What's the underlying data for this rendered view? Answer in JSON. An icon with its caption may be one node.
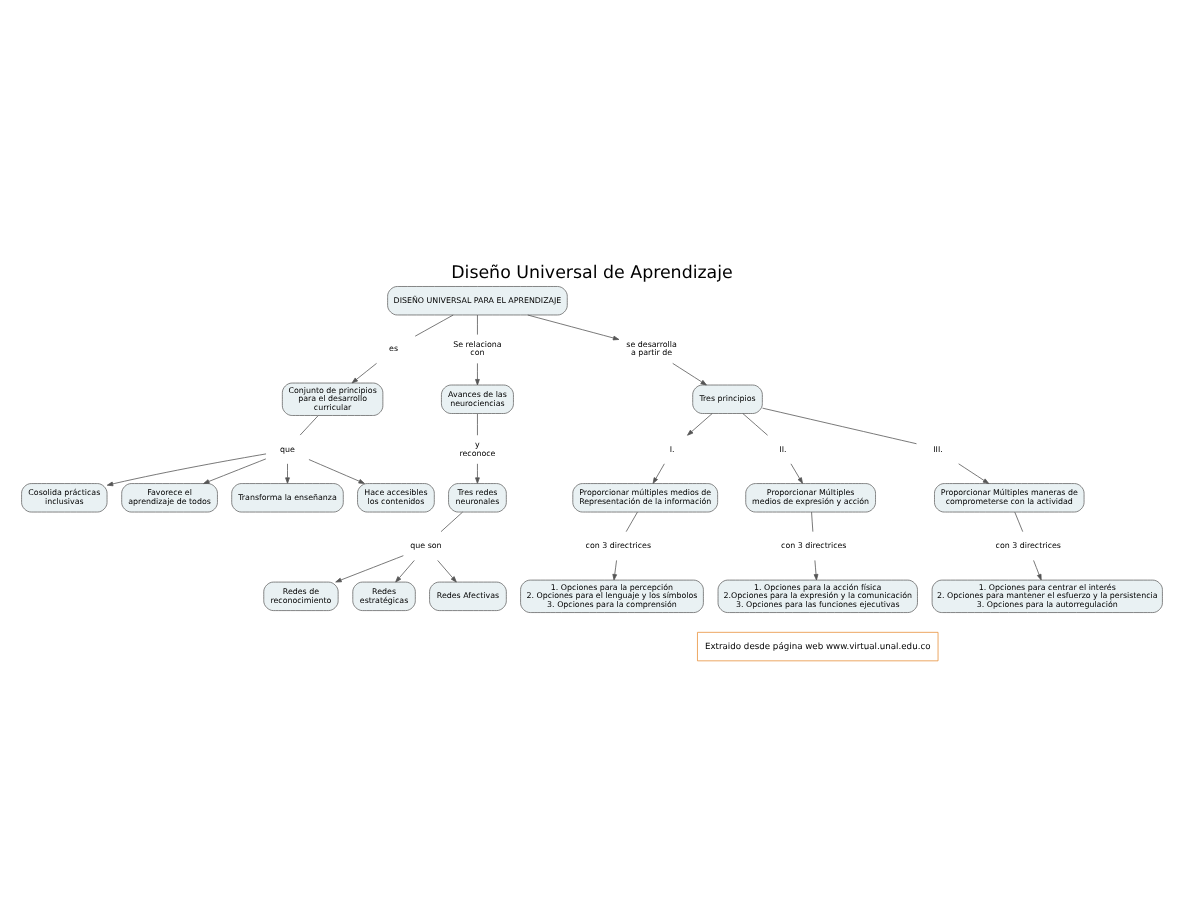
{
  "diagram": {
    "title": "Diseño Universal de Aprendizaje",
    "caption": "Extraido desde página web www.virtual.unal.edu.co",
    "nodes": [
      {
        "text": [
          "DISEÑO UNIVERSAL PARA EL APRENDIZAJE"
        ]
      },
      {
        "text": [
          "es"
        ]
      },
      {
        "text": [
          "Conjunto de principios para el desarrollo curricular"
        ]
      },
      {
        "text": [
          "que"
        ]
      },
      {
        "text": [
          "Cosolida prácticas inclusivas"
        ]
      },
      {
        "text": [
          "Favorece el aprendizaje de todos"
        ]
      },
      {
        "text": [
          "Transforma la enseñanza"
        ]
      },
      {
        "text": [
          "Hace accesibles los contenidos"
        ]
      },
      {
        "text": [
          "Se relaciona con"
        ]
      },
      {
        "text": [
          "Avances de las neurociencias"
        ]
      },
      {
        "text": [
          "y reconoce"
        ]
      },
      {
        "text": [
          "Tres redes neuronales"
        ]
      },
      {
        "text": [
          "que son"
        ]
      },
      {
        "text": [
          "Redes de reconocimiento"
        ]
      },
      {
        "text": [
          "Redes estratégicas"
        ]
      },
      {
        "text": [
          "Redes Afectivas"
        ]
      },
      {
        "text": [
          "se desarrolla a partir de"
        ]
      },
      {
        "text": [
          "Tres principios"
        ]
      },
      {
        "text": [
          "I."
        ]
      },
      {
        "text": [
          "II."
        ]
      },
      {
        "text": [
          "III."
        ]
      },
      {
        "text": [
          "Proporcionar múltiples medios de Representación de la información"
        ]
      },
      {
        "text": [
          "Proporcionar Múltiples medios de expresión y acción"
        ]
      },
      {
        "text": [
          "Proporcionar Múltiples maneras de comprometerse con la actividad"
        ]
      },
      {
        "text": [
          "con 3 directrices"
        ]
      },
      {
        "text": [
          "con 3 directrices"
        ]
      },
      {
        "text": [
          "con 3 directrices"
        ]
      },
      {
        "text": [
          "1. Opciones para la percepción",
          "2. Opciones para el lenguaje y los símbolos",
          "3. Opciones para la comprensión"
        ]
      },
      {
        "text": [
          "1. Opciones para la acción física",
          "2.Opciones para la expresión y la comunicación",
          "3. Opciones para las funciones ejecutivas"
        ]
      },
      {
        "text": [
          "1. Opciones para centrar el interés",
          "2. Opciones para mantener el esfuerzo y la persistencia",
          "3. Opciones para la autorregulación"
        ]
      }
    ],
    "edges": [
      {
        "from": 0,
        "to": 1,
        "arrow": "none"
      },
      {
        "from": 1,
        "to": 2,
        "arrow": "to"
      },
      {
        "from": 2,
        "to": 3,
        "arrow": "none"
      },
      {
        "from": 3,
        "to": 4,
        "arrow": "to"
      },
      {
        "from": 3,
        "to": 5,
        "arrow": "to"
      },
      {
        "from": 3,
        "to": 6,
        "arrow": "to"
      },
      {
        "from": 3,
        "to": 7,
        "arrow": "to"
      },
      {
        "from": 0,
        "to": 8,
        "arrow": "none"
      },
      {
        "from": 8,
        "to": 9,
        "arrow": "to"
      },
      {
        "from": 9,
        "to": 10,
        "arrow": "none"
      },
      {
        "from": 10,
        "to": 11,
        "arrow": "to"
      },
      {
        "from": 11,
        "to": 12,
        "arrow": "none"
      },
      {
        "from": 12,
        "to": 13,
        "arrow": "to"
      },
      {
        "from": 12,
        "to": 14,
        "arrow": "to"
      },
      {
        "from": 12,
        "to": 15,
        "arrow": "to"
      },
      {
        "from": 0,
        "to": 16,
        "arrow": "to"
      },
      {
        "from": 16,
        "to": 17,
        "arrow": "to"
      },
      {
        "from": 17,
        "to": 18,
        "arrow": "to"
      },
      {
        "from": 18,
        "to": 21,
        "arrow": "to"
      },
      {
        "from": 17,
        "to": 19,
        "arrow": "none"
      },
      {
        "from": 19,
        "to": 22,
        "arrow": "to"
      },
      {
        "from": 17,
        "to": 20,
        "arrow": "none"
      },
      {
        "from": 20,
        "to": 23,
        "arrow": "to"
      },
      {
        "from": 21,
        "to": 24,
        "arrow": "none"
      },
      {
        "from": 24,
        "to": 27,
        "arrow": "to"
      },
      {
        "from": 22,
        "to": 25,
        "arrow": "none"
      },
      {
        "from": 25,
        "to": 28,
        "arrow": "to"
      },
      {
        "from": 23,
        "to": 26,
        "arrow": "none"
      },
      {
        "from": 26,
        "to": 29,
        "arrow": "to"
      }
    ]
  }
}
